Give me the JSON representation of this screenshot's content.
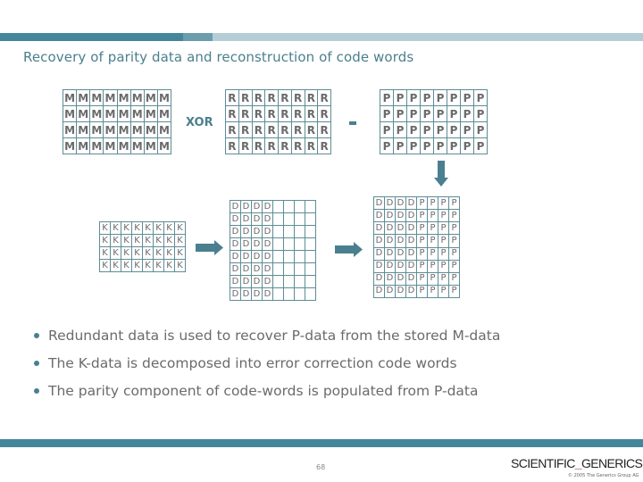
{
  "header": {
    "bar_colors": [
      "#45869a",
      "#6c9dac",
      "#b5cdd6"
    ],
    "title": "Recovery of parity data and reconstruction of code words"
  },
  "diagram": {
    "m_grid": {
      "label": "M",
      "rows": 4,
      "cols": 8
    },
    "operator_xor": "XOR",
    "r_grid": {
      "label": "R",
      "rows": 4,
      "cols": 8
    },
    "operator_equals": "-",
    "p_grid": {
      "label": "P",
      "rows": 4,
      "cols": 8
    },
    "k_grid": {
      "label": "K",
      "rows": 4,
      "cols": 8
    },
    "d_grid": {
      "rows": 8,
      "cols": 8,
      "filled_cols": 4,
      "label": "D"
    },
    "dp_grid": {
      "rows": 8,
      "cols": 8,
      "d_cols": 4,
      "d_label": "D",
      "p_label": "P"
    },
    "arrows": [
      "arrow-right",
      "arrow-right",
      "arrow-down"
    ],
    "accent_color": "#4a7f90",
    "grid_line_color": "#5e8c96"
  },
  "bullets": [
    "Redundant data is used to recover P-data from the stored M-data",
    "The K-data is decomposed into error correction code words",
    "The parity component of code-words is populated from P-data"
  ],
  "footer": {
    "page_number": "68",
    "logo_left": "SCIENTIFIC",
    "logo_underscore": "_",
    "logo_right": "GENERICS",
    "copyright": "© 2005 The Generics Group AG"
  }
}
